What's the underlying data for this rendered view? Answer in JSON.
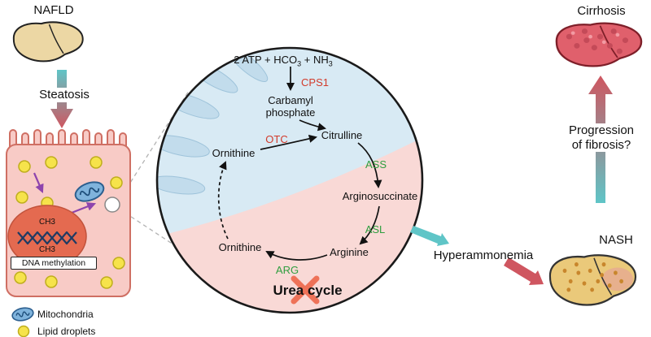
{
  "colors": {
    "enzyme_red": "#d23b2b",
    "enzyme_green": "#2f9e3f",
    "teal_arrow": "#5fc5c7",
    "red_arrow": "#cf5660",
    "mitochondria_blue": "#d8eaf4",
    "cytosol_pink": "#f9d9d6"
  },
  "left": {
    "nafld_label": "NAFLD",
    "steatosis_label": "Steatosis",
    "ch3_top": "CH3",
    "ch3_bottom": "CH3",
    "dna_methylation_label": "DNA methylation",
    "legend": [
      {
        "label": "Mitochondria"
      },
      {
        "label": "Lipid droplets"
      }
    ]
  },
  "cycle": {
    "substrates": {
      "part1": "2 ATP + HCO",
      "sub1": "3",
      "part2": " + NH",
      "sub2": "3"
    },
    "enzymes": {
      "cps1": "CPS1",
      "otc": "OTC",
      "ass": "ASS",
      "asl": "ASL",
      "arg": "ARG"
    },
    "metabolites": {
      "carbamyl_line1": "Carbamyl",
      "carbamyl_line2": "phosphate",
      "citrulline": "Citrulline",
      "ornithine_top": "Ornithine",
      "arginosuccinate": "Arginosuccinate",
      "arginine": "Arginine",
      "ornithine_bottom": "Ornithine"
    },
    "title": "Urea cycle"
  },
  "right": {
    "cirrhosis_label": "Cirrhosis",
    "progression_line1": "Progression",
    "progression_line2": "of fibrosis?",
    "nash_label": "NASH",
    "hyperammonemia_label": "Hyperammonemia"
  }
}
